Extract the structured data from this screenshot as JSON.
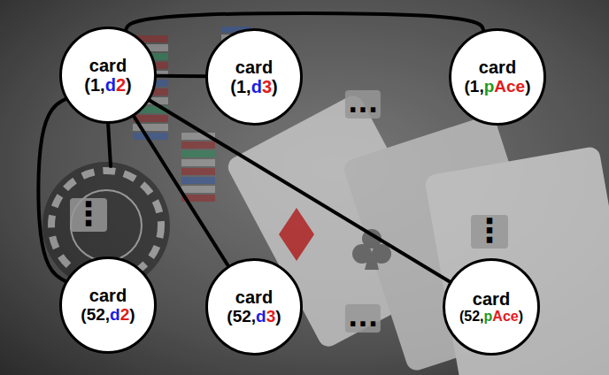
{
  "diagram": {
    "nodes": [
      {
        "text": [
          "card",
          "(1,d2)"
        ]
      },
      {
        "text": [
          "card",
          "(1,d3)"
        ]
      },
      {
        "text": [
          "card",
          "(1,pAce)"
        ]
      },
      {
        "text": [
          "card",
          "(52,d2)"
        ]
      },
      {
        "text": [
          "card",
          "(52,d3)"
        ]
      },
      {
        "text": [
          "card",
          "(52,pAce)"
        ]
      }
    ],
    "edges": [
      {
        "from": 0,
        "to": 1,
        "arrow": "none"
      },
      {
        "from": 0,
        "to": 2,
        "arrow": "none"
      },
      {
        "from": 0,
        "to": 3,
        "arrow": "none"
      },
      {
        "from": 0,
        "to": 4,
        "arrow": "none"
      },
      {
        "from": 0,
        "to": 5,
        "arrow": "none"
      }
    ],
    "labels": [
      "...",
      "⋮",
      "⋮",
      "..."
    ]
  }
}
